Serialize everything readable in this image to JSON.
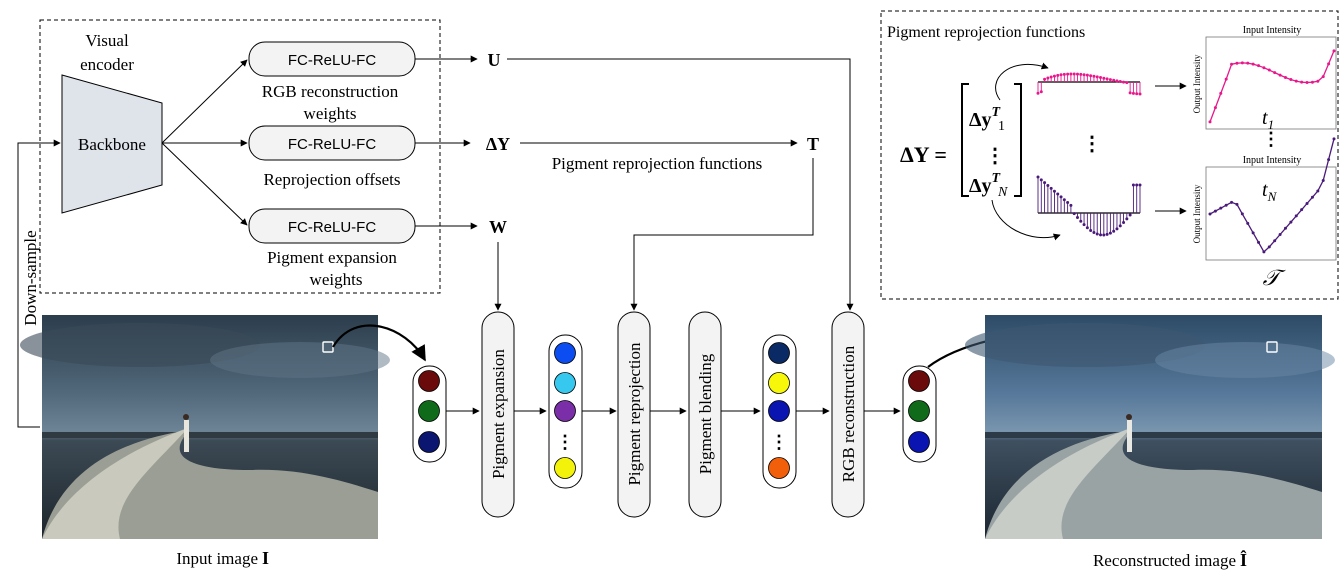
{
  "encoder": {
    "title_line1": "Visual",
    "title_line2": "encoder",
    "backbone": "Backbone",
    "heads": [
      {
        "module": "FC-ReLU-FC",
        "label_line1": "RGB reconstruction",
        "label_line2": "weights",
        "output": "U"
      },
      {
        "module": "FC-ReLU-FC",
        "label_line1": "Reprojection offsets",
        "label_line2": "",
        "output": "ΔY"
      },
      {
        "module": "FC-ReLU-FC",
        "label_line1": "Pigment expansion",
        "label_line2": "weights",
        "output": "W"
      }
    ],
    "downsample": "Down-sample"
  },
  "t_node": "T",
  "t_caption": "Pigment reprojection functions",
  "stages": {
    "expansion": "Pigment expansion",
    "reprojection": "Pigment reprojection",
    "blending": "Pigment blending",
    "rgb": "RGB reconstruction"
  },
  "input": {
    "caption": "Input image",
    "symbol": "I"
  },
  "output": {
    "caption": "Reconstructed image",
    "symbol": "Î"
  },
  "inset": {
    "title": "Pigment reprojection functions",
    "lhs": "ΔY =",
    "row_top": "Δy",
    "row_top_sup": "T",
    "row_top_sub": "1",
    "row_bottom": "Δy",
    "row_bottom_sup": "T",
    "row_bottom_sub": "N",
    "vdots": "⋮",
    "plot_title": "Input Intensity",
    "plot_ylabel": "Output Intensity",
    "t1": "t",
    "t1_sub": "1",
    "tn": "t",
    "tn_sub": "N",
    "set_symbol": "𝒯"
  },
  "colors": {
    "input_pigments": [
      "#6b0a0a",
      "#0f6a1a",
      "#0a1670"
    ],
    "expanded_pigments": [
      "#0b4df0",
      "#36c8ee",
      "#7a2ea8",
      "#f2f20a"
    ],
    "blended_pigments": [
      "#0a2a66",
      "#f7f70a",
      "#0a14b0",
      "#f25f0a"
    ],
    "output_pigments": [
      "#6b0a0a",
      "#0f6a1a",
      "#0a14b0"
    ],
    "magenta_curve": "#e8178c",
    "purple_curve": "#4a1a7a"
  }
}
